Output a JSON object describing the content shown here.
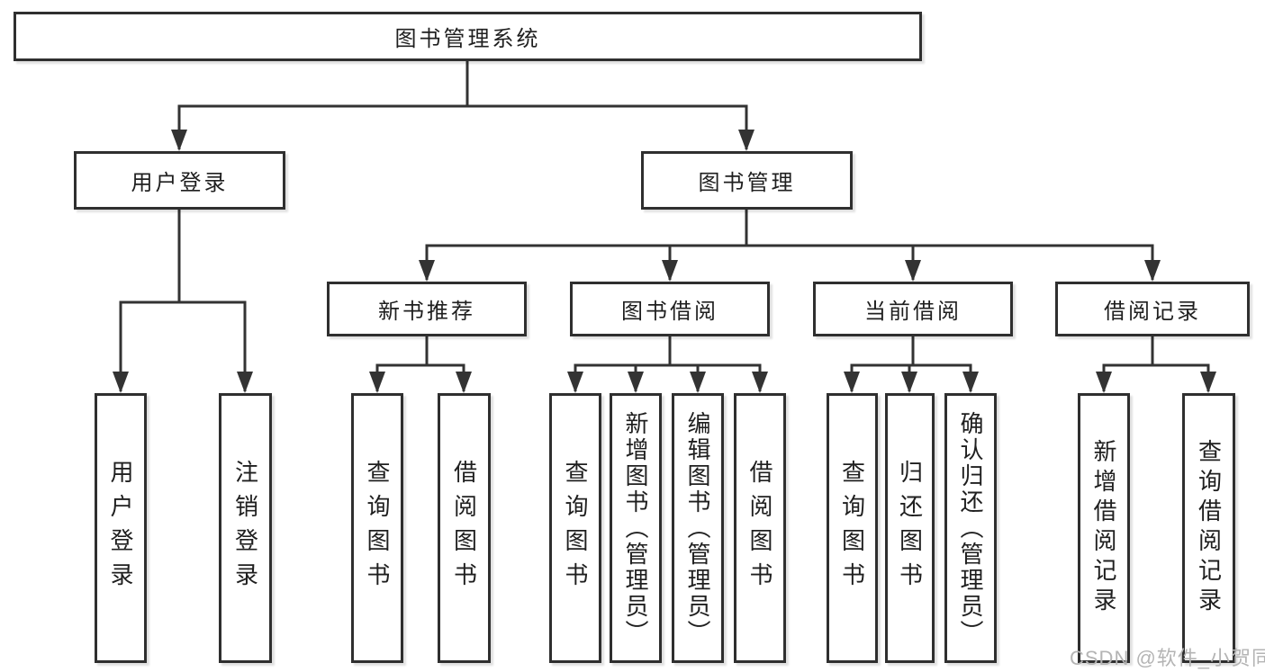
{
  "tree": {
    "label": "图书管理系统",
    "children": [
      {
        "label": "用户登录",
        "children": [
          {
            "label": "用户登录"
          },
          {
            "label": "注销登录"
          }
        ]
      },
      {
        "label": "图书管理",
        "children": [
          {
            "label": "新书推荐",
            "children": [
              {
                "label": "查询图书"
              },
              {
                "label": "借阅图书"
              }
            ]
          },
          {
            "label": "图书借阅",
            "children": [
              {
                "label": "查询图书"
              },
              {
                "label": "新增图书（管理员）"
              },
              {
                "label": "编辑图书（管理员）"
              },
              {
                "label": "借阅图书"
              }
            ]
          },
          {
            "label": "当前借阅",
            "children": [
              {
                "label": "查询图书"
              },
              {
                "label": "归还图书"
              },
              {
                "label": "确认归还（管理员）"
              }
            ]
          },
          {
            "label": "借阅记录",
            "children": [
              {
                "label": "新增借阅记录"
              },
              {
                "label": "查询借阅记录"
              }
            ]
          }
        ]
      }
    ]
  },
  "watermark": "CSDN @软件_小贺同学",
  "colors": {
    "line": "#333333",
    "box_border": "#2f2f2f",
    "text": "#1f1f1f",
    "watermark": "#b4b4b4",
    "background": "#ffffff"
  }
}
